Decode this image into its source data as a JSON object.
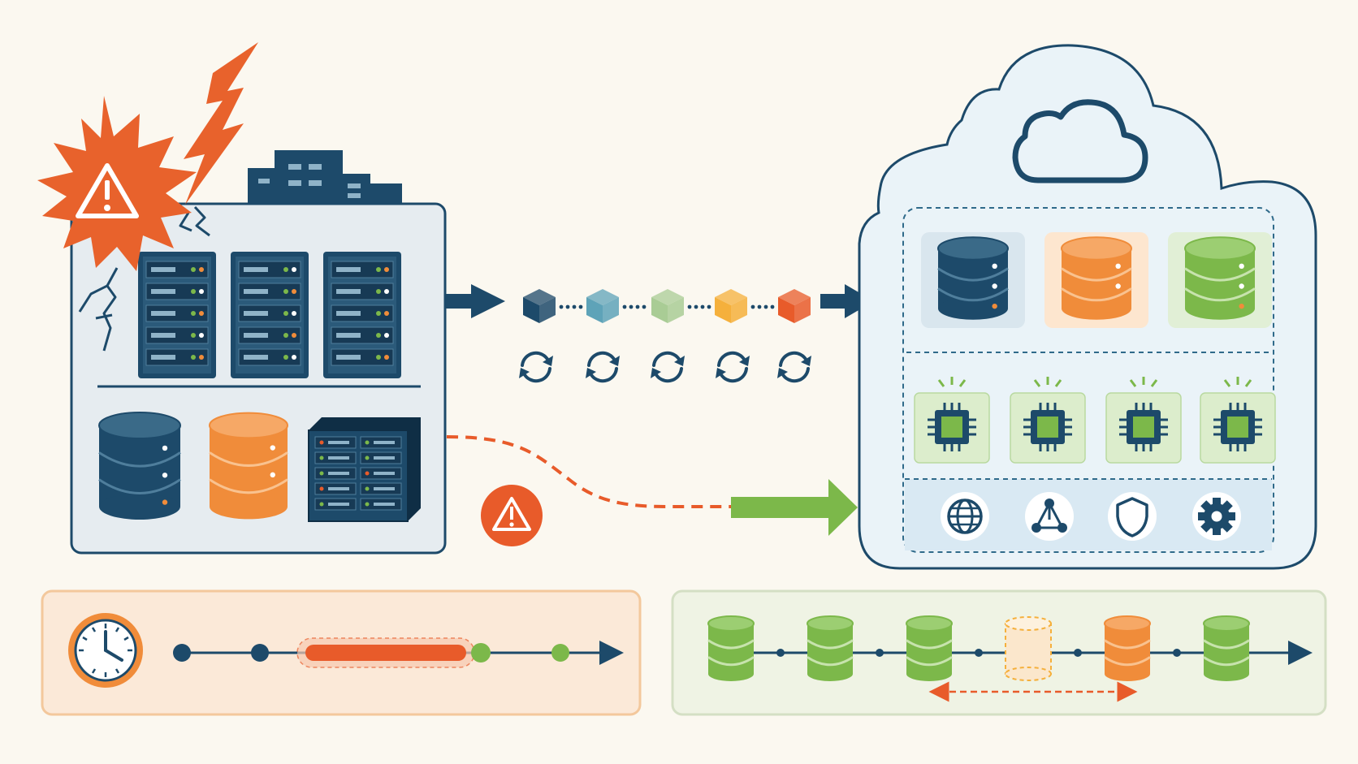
{
  "colors": {
    "background": "#fbf8f0",
    "navy": "#1d4a6a",
    "navy_dark": "#173a55",
    "navy_light": "#2f6a8a",
    "orange": "#f08c3a",
    "red_orange": "#e85b2a",
    "green": "#7cb84a",
    "green_light": "#dcedcc",
    "teal": "#5ea3b8",
    "sage": "#a9cc95",
    "amber": "#f5b03c",
    "panel_gray": "#e6ecf0",
    "cloud_fill": "#eaf3f8",
    "timeline_bad_fill": "#fbe9d8",
    "timeline_good_fill": "#eff3e4"
  },
  "diagram": {
    "legacy_datacenter": {
      "alert": "warning-icon",
      "racks": 3,
      "storage": [
        "navy-database",
        "orange-database",
        "server-rack"
      ],
      "damage": [
        "explosion-burst",
        "lightning-bolt",
        "wall-cracks"
      ]
    },
    "migration_pipeline": {
      "blocks": [
        "#1d4a6a",
        "#5ea3b8",
        "#a9cc95",
        "#f5b03c",
        "#e85b2a"
      ],
      "sync_icons": 5
    },
    "risky_path": {
      "style": "dashed",
      "alert": "warning-icon",
      "leads_to": "green-arrow"
    },
    "cloud": {
      "icon": "cloud-icon",
      "databases": [
        "navy",
        "orange",
        "green"
      ],
      "chips": 4,
      "services": [
        "globe-icon",
        "network-icon",
        "shield-icon",
        "gear-icon"
      ]
    },
    "timeline_downtime": {
      "icon": "clock-icon",
      "nodes": [
        "navy",
        "navy",
        "outage-bar",
        "green",
        "green"
      ]
    },
    "timeline_migration": {
      "databases": [
        "green",
        "green",
        "green",
        "ghost",
        "orange",
        "green"
      ],
      "span_marker": "dashed-double-arrow"
    }
  }
}
